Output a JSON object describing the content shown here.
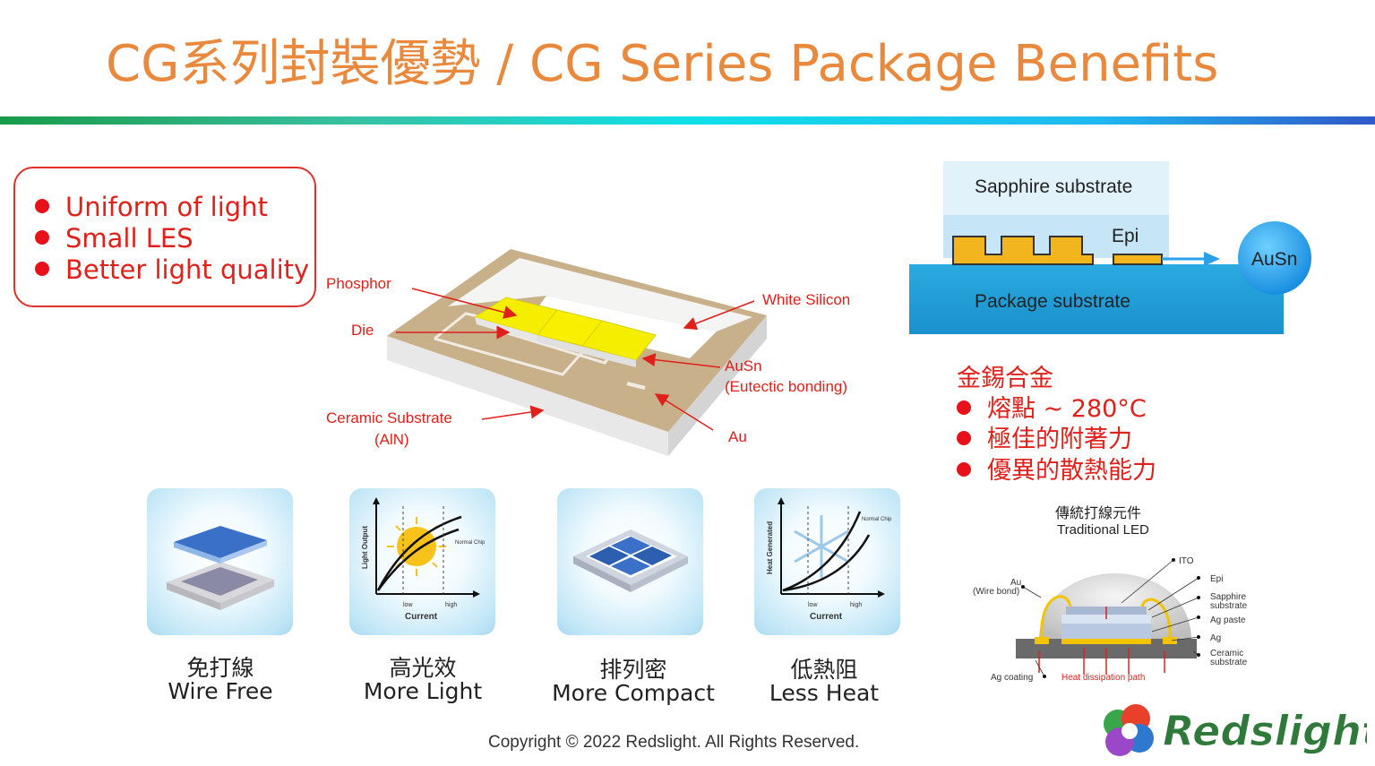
{
  "title": "CG系列封裝優勢 /  CG Series Package Benefits",
  "benefits": [
    "Uniform of light",
    "Small LES",
    "Better light quality"
  ],
  "package_labels": {
    "phosphor": "Phosphor",
    "die": "Die",
    "ceramic_line1": "Ceramic Substrate",
    "ceramic_line2": "(AlN)",
    "white_silicon": "White Silicon",
    "ausn_line1": "AuSn",
    "ausn_line2": "(Eutectic bonding)",
    "au": "Au"
  },
  "structure_diagram": {
    "sapphire": "Sapphire substrate",
    "epi": "Epi",
    "package_substrate": "Package substrate",
    "ausn_bubble": "AuSn"
  },
  "alloy": {
    "heading": "金錫合金",
    "points": [
      "熔點 ~ 280°C",
      "極佳的附著力",
      "優異的散熱能力"
    ]
  },
  "features": [
    {
      "zh": "免打線",
      "en": "Wire Free"
    },
    {
      "zh": "高光效",
      "en": "More Light"
    },
    {
      "zh": "排列密",
      "en": "More Compact"
    },
    {
      "zh": "低熱阻",
      "en": "Less Heat"
    }
  ],
  "tile_text": {
    "light_ylabel": "Light Output",
    "heat_ylabel": "Heat Generated",
    "xlabel": "Current",
    "low": "low",
    "high": "high",
    "normal_chip": "Normal Chip"
  },
  "traditional_led": {
    "title_zh": "傳統打線元件",
    "title_en": "Traditional LED",
    "au_line1": "Au",
    "au_line2": "(Wire bond)",
    "ito": "ITO",
    "epi": "Epi",
    "sapphire_line1": "Sapphire",
    "sapphire_line2": "substrate",
    "ag_paste": "Ag paste",
    "ag": "Ag",
    "ceramic_line1": "Ceramic",
    "ceramic_line2": "substrate",
    "ag_coating": "Ag coating",
    "heat_path": "Heat dissipation path"
  },
  "copyright": "Copyright © 2022 Redslight. All Rights Reserved.",
  "brand": "Redslight",
  "colors": {
    "title": "#E8893E",
    "accent_red": "#e0201a",
    "brand_green": "#2f7a3a"
  }
}
